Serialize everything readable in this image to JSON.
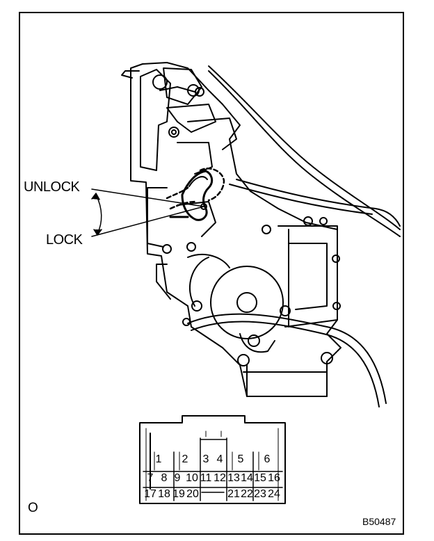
{
  "labels": {
    "unlock": "UNLOCK",
    "lock": "LOCK",
    "side_marker": "O",
    "figure_code": "B50487"
  },
  "connector": {
    "top_row": [
      "1",
      "2",
      "3",
      "4",
      "5",
      "6"
    ],
    "middle_row": [
      "7",
      "8",
      "9",
      "10",
      "11",
      "12",
      "13",
      "14",
      "15",
      "16"
    ],
    "bottom_row": [
      "17",
      "18",
      "19",
      "20",
      "21",
      "22",
      "23",
      "24"
    ]
  },
  "colors": {
    "line": "#000000",
    "background": "#ffffff"
  }
}
